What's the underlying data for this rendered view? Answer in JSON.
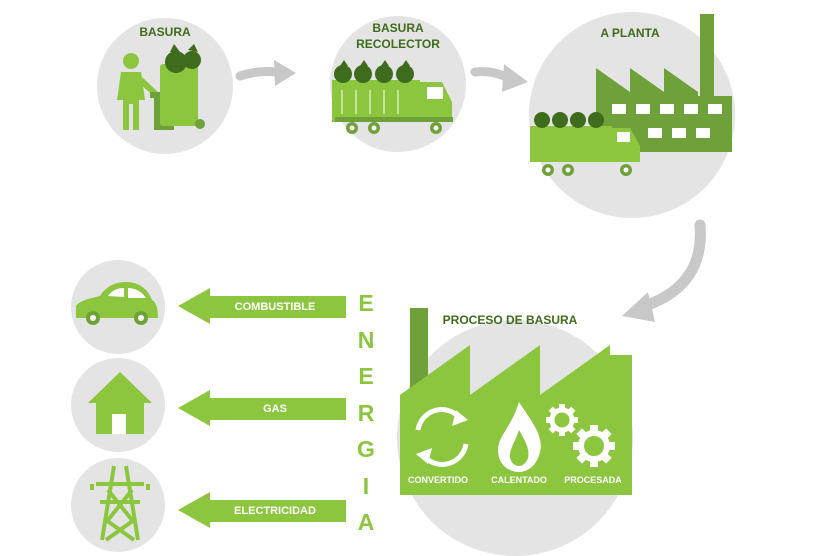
{
  "steps": {
    "basura": "BASURA",
    "recolector_line1": "BASURA",
    "recolector_line2": "RECOLECTOR",
    "planta": "A PLANTA",
    "proceso": "PROCESO DE BASURA"
  },
  "process_stages": [
    "CONVERTIDO",
    "CALENTADO",
    "PROCESADA"
  ],
  "energy_word": [
    "E",
    "N",
    "E",
    "R",
    "G",
    "I",
    "A"
  ],
  "outputs": [
    {
      "label": "COMBUSTIBLE",
      "icon": "car-icon"
    },
    {
      "label": "GAS",
      "icon": "house-icon"
    },
    {
      "label": "ELECTRICIDAD",
      "icon": "power-tower-icon"
    }
  ],
  "colors": {
    "dark_green": "#6fa13a",
    "light_green": "#8cc63f",
    "circle_gray": "#e4e4e4",
    "arrow_gray": "#c8c8c8",
    "label_green": "#3f6b1c"
  }
}
